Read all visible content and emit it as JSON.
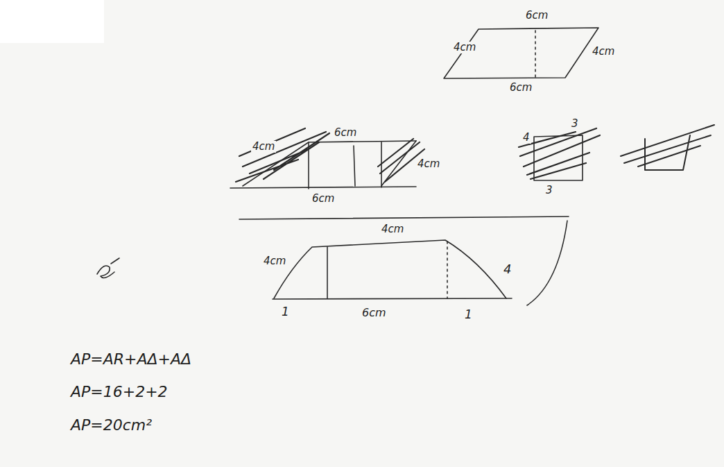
{
  "diagram": {
    "labels": [
      "6cm",
      "4cm",
      "4cm",
      "6cm",
      "4cm",
      "6cm",
      "4cm",
      "6cm",
      "4",
      "3",
      "3",
      "4cm",
      "4cm",
      "4",
      "1",
      "6cm",
      "1",
      "AP=AR+AΔ+AΔ",
      "AP=16+2+2",
      "AP=20cm²"
    ]
  }
}
